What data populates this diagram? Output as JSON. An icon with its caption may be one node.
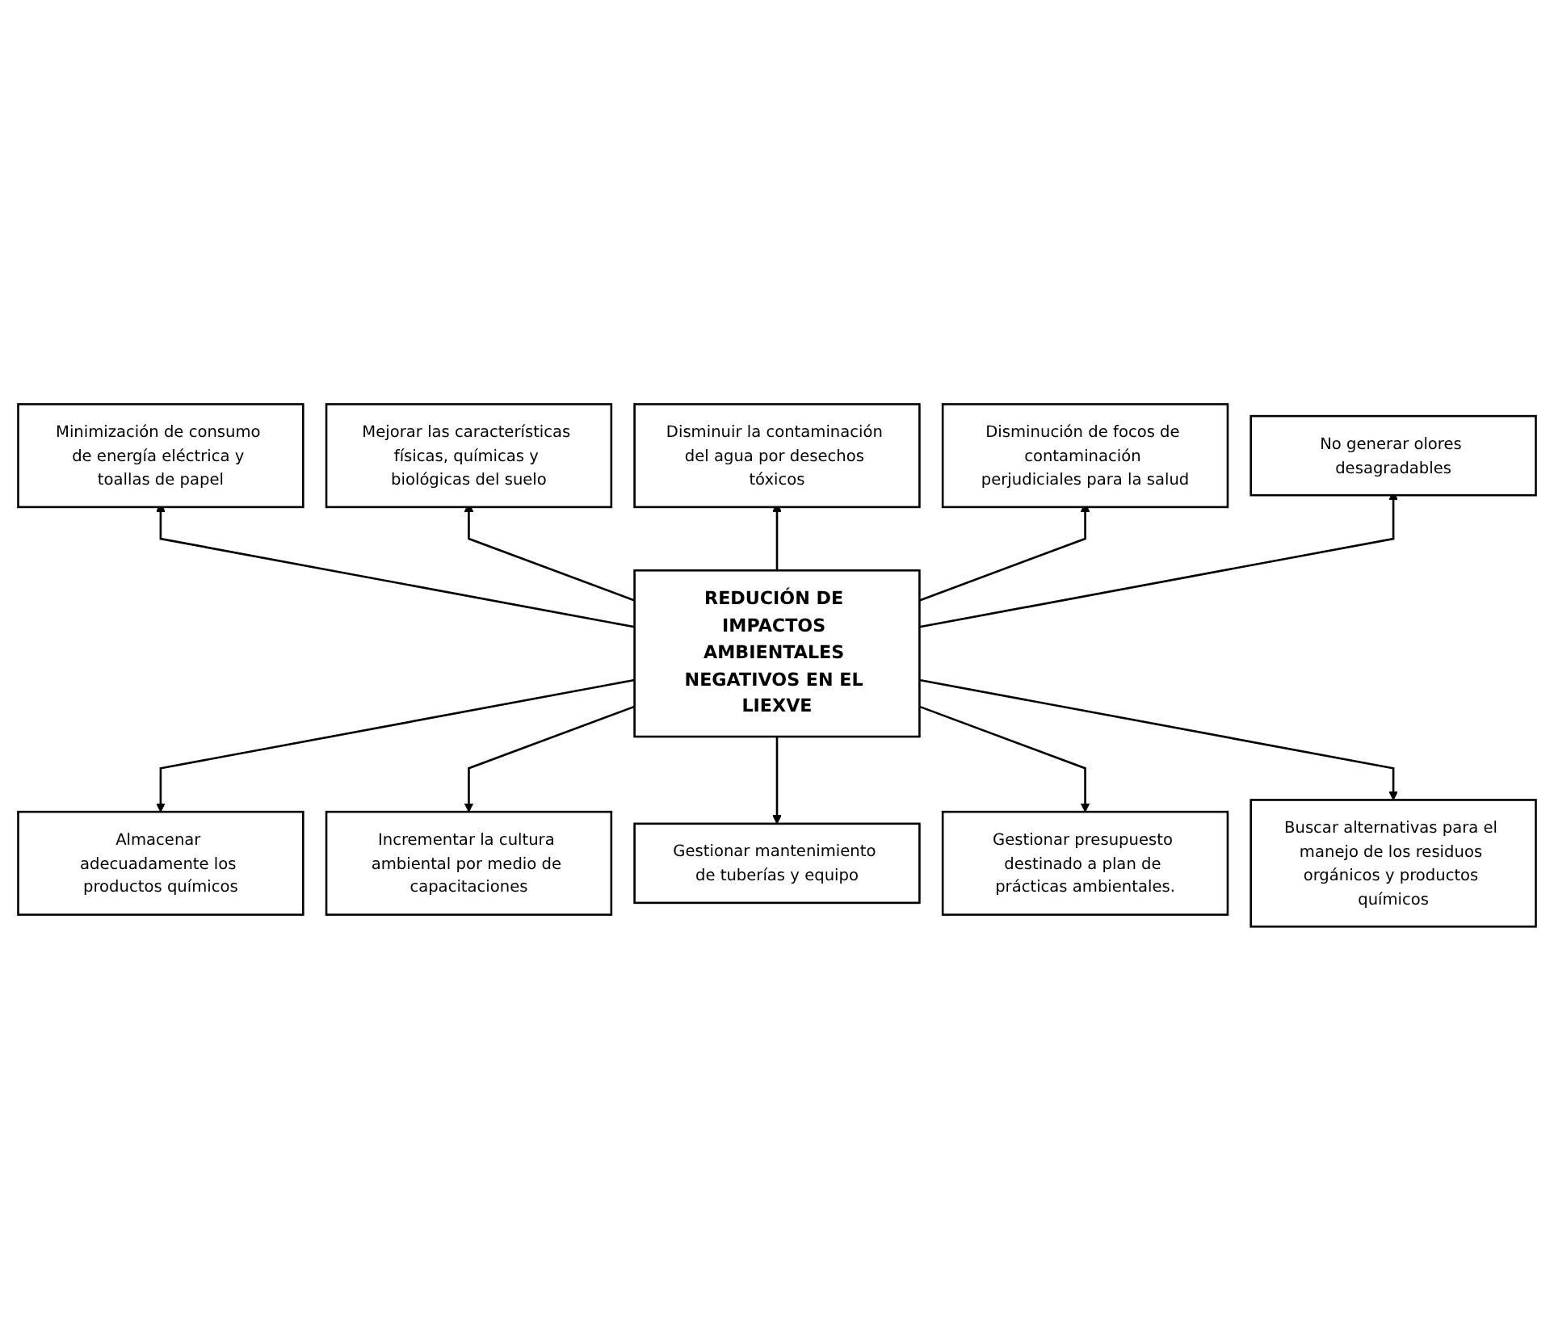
{
  "diagram": {
    "nodes": [
      {
        "text": [
          "Mejorar las características físicas, químicas y biológicas del suelo"
        ]
      },
      {
        "text": [
          "Disminución de focos de contaminación perjudiciales para la salud"
        ]
      },
      {
        "text": [
          "Minimización de consumo de energía eléctrica y toallas de papel"
        ]
      },
      {
        "text": [
          "Disminuir la contaminación del agua por desechos tóxicos"
        ]
      },
      {
        "text": [
          "No generar olores desagradables"
        ]
      },
      {
        "text": [
          "REDUCIÓN DE IMPACTOS AMBIENTALES NEGATIVOS EN EL LIEXVE"
        ]
      },
      {
        "text": [
          "Almacenar adecuadamente los productos químicos"
        ]
      },
      {
        "text": [
          "Gestionar mantenimiento de tuberías y equipo"
        ]
      },
      {
        "text": [
          "Buscar alternativas para el manejo de los residuos orgánicos y productos químicos"
        ]
      },
      {
        "text": [
          "Incrementar la cultura ambiental por medio de capacitaciones"
        ]
      },
      {
        "text": [
          "Gestionar presupuesto destinado a plan de prácticas ambientales."
        ]
      }
    ],
    "edges": [
      {
        "from": 5,
        "to": 2,
        "arrow": "to"
      },
      {
        "from": 5,
        "to": 0,
        "arrow": "to"
      },
      {
        "from": 5,
        "to": 3,
        "arrow": "to"
      },
      {
        "from": 5,
        "to": 1,
        "arrow": "to"
      },
      {
        "from": 5,
        "to": 4,
        "arrow": "to"
      },
      {
        "from": 5,
        "to": 6,
        "arrow": "to"
      },
      {
        "from": 5,
        "to": 9,
        "arrow": "to"
      },
      {
        "from": 5,
        "to": 7,
        "arrow": "to"
      },
      {
        "from": 5,
        "to": 10,
        "arrow": "to"
      },
      {
        "from": 5,
        "to": 8,
        "arrow": "to"
      }
    ]
  }
}
